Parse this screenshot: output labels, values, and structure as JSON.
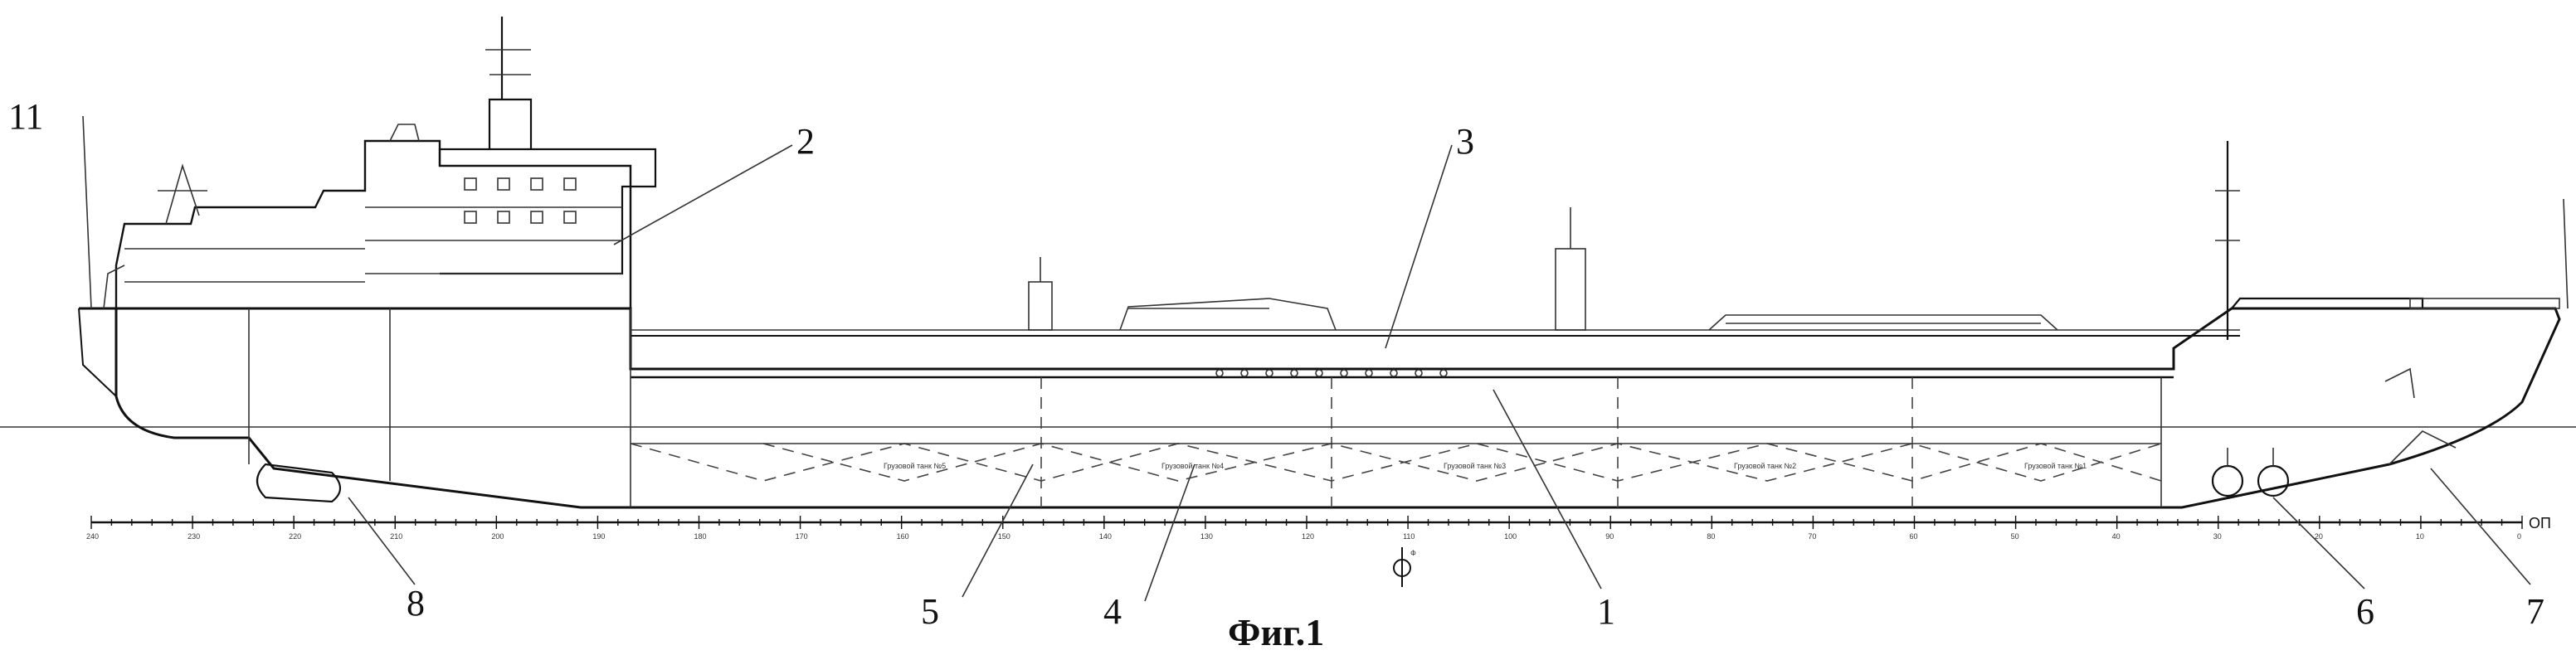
{
  "figure": {
    "caption": "Фиг.1",
    "callouts": [
      "11",
      "2",
      "3",
      "1",
      "5",
      "4",
      "8",
      "6",
      "7"
    ],
    "frame_letters": {
      "midship": "Ф",
      "fore_perpendicular": "ОП"
    },
    "tank_labels": [
      "Грузовой танк №1",
      "Грузовой танк №2",
      "Грузовой танк №3",
      "Грузовой танк №4",
      "Грузовой танк №5"
    ],
    "frame_numbers": [
      "240",
      "230",
      "220",
      "210",
      "200",
      "190",
      "180",
      "170",
      "160",
      "150",
      "140",
      "130",
      "120",
      "110",
      "100",
      "90",
      "80",
      "70",
      "60",
      "50",
      "40",
      "30",
      "20",
      "10",
      "0"
    ]
  }
}
